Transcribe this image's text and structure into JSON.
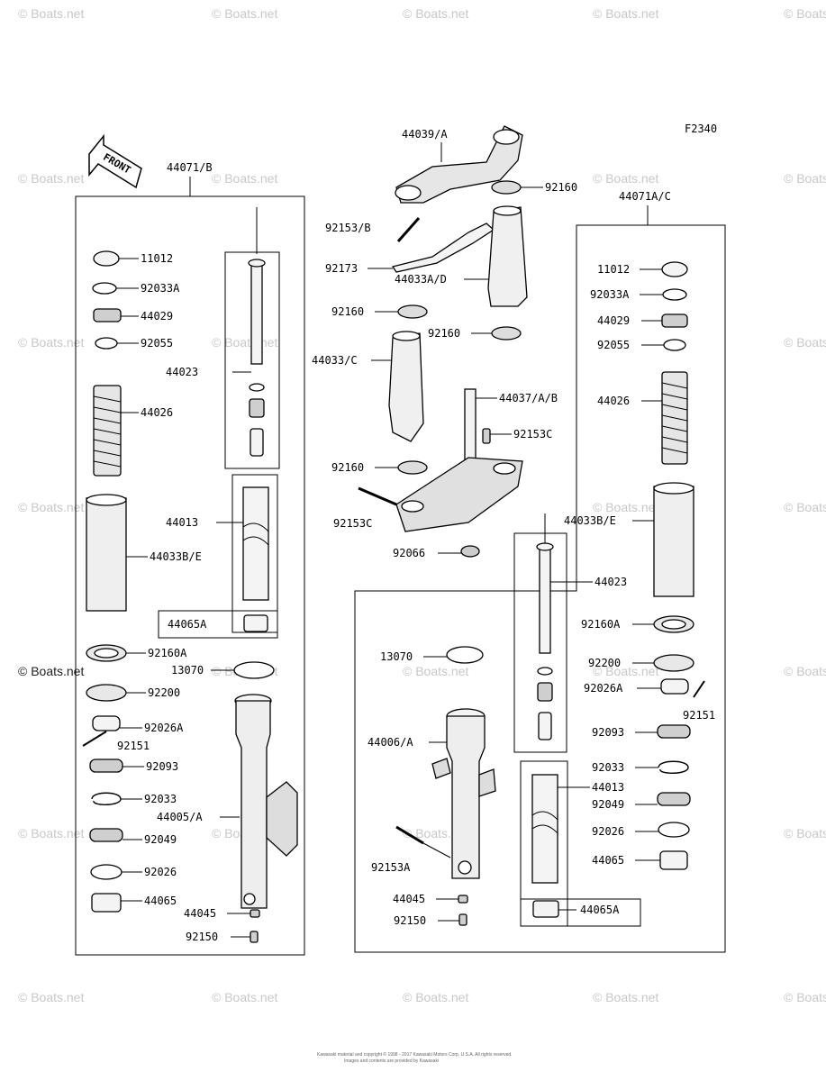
{
  "figure_code": "F2340",
  "front_label": "FRONT",
  "watermark": "© Boats.net",
  "copyright": [
    "Kawasaki material and copyright © 1998 - 2017 Kawasaki Motors Corp. U.S.A. All rights reserved.",
    "Images and contents are provided by Kawasaki"
  ],
  "assemblies": {
    "left": "44071/B",
    "right": "44071A/C"
  },
  "labels": {
    "l_11012": "11012",
    "l_92033A": "92033A",
    "l_44029": "44029",
    "l_92055": "92055",
    "l_44023": "44023",
    "l_44026": "44026",
    "l_44013": "44013",
    "l_44033BE": "44033B/E",
    "l_44065A": "44065A",
    "l_92160A": "92160A",
    "l_13070": "13070",
    "l_92200": "92200",
    "l_92026A": "92026A",
    "l_92151": "92151",
    "l_92093": "92093",
    "l_92033": "92033",
    "l_44005A": "44005/A",
    "l_92049": "92049",
    "l_92026": "92026",
    "l_44065": "44065",
    "l_44045": "44045",
    "l_92150": "92150",
    "c_44039A": "44039/A",
    "c_92160_top": "92160",
    "c_92153B": "92153/B",
    "c_92173": "92173",
    "c_44033AD": "44033A/D",
    "c_92160_a": "92160",
    "c_92160_b": "92160",
    "c_44033C": "44033/C",
    "c_44037AB": "44037/A/B",
    "c_92153C_a": "92153C",
    "c_92160_c": "92160",
    "c_92153C_b": "92153C",
    "c_92066": "92066",
    "c_13070": "13070",
    "c_44006A": "44006/A",
    "c_92153A": "92153A",
    "c_44045": "44045",
    "c_92150": "92150",
    "r_11012": "11012",
    "r_92033A": "92033A",
    "r_44029": "44029",
    "r_92055": "92055",
    "r_44026": "44026",
    "r_44033BE": "44033B/E",
    "r_44023": "44023",
    "r_92160A": "92160A",
    "r_92200": "92200",
    "r_92026A": "92026A",
    "r_92151": "92151",
    "r_92093": "92093",
    "r_92033": "92033",
    "r_44013": "44013",
    "r_92049": "92049",
    "r_92026": "92026",
    "r_44065": "44065",
    "r_44065A": "44065A"
  }
}
